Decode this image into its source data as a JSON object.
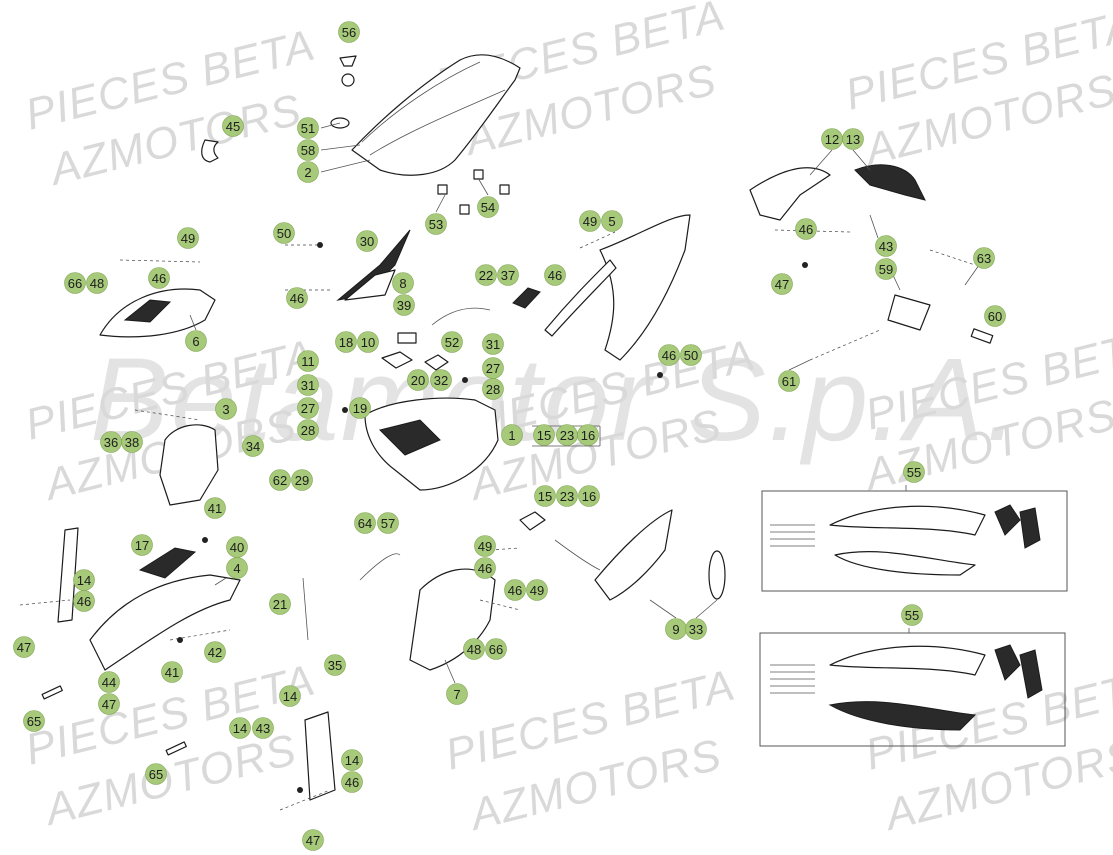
{
  "watermark": {
    "line1": "PIECES BETA",
    "line2": "AZMOTORS",
    "center": "Betamotor S.p.A."
  },
  "callouts": [
    {
      "id": "c-56",
      "label": "56"
    },
    {
      "id": "c-45",
      "label": "45"
    },
    {
      "id": "c-51",
      "label": "51"
    },
    {
      "id": "c-58",
      "label": "58"
    },
    {
      "id": "c-2",
      "label": "2"
    },
    {
      "id": "c-53",
      "label": "53"
    },
    {
      "id": "c-54",
      "label": "54"
    },
    {
      "id": "c-12",
      "label": "12"
    },
    {
      "id": "c-13",
      "label": "13"
    },
    {
      "id": "c-49a",
      "label": "49"
    },
    {
      "id": "c-5",
      "label": "5"
    },
    {
      "id": "c-50a",
      "label": "50"
    },
    {
      "id": "c-30",
      "label": "30"
    },
    {
      "id": "c-8",
      "label": "8"
    },
    {
      "id": "c-46a",
      "label": "46"
    },
    {
      "id": "c-49b",
      "label": "49"
    },
    {
      "id": "c-66a",
      "label": "66"
    },
    {
      "id": "c-48a",
      "label": "48"
    },
    {
      "id": "c-46b",
      "label": "46"
    },
    {
      "id": "c-6",
      "label": "6"
    },
    {
      "id": "c-22",
      "label": "22"
    },
    {
      "id": "c-37",
      "label": "37"
    },
    {
      "id": "c-46c",
      "label": "46"
    },
    {
      "id": "c-46d",
      "label": "46"
    },
    {
      "id": "c-43",
      "label": "43"
    },
    {
      "id": "c-47a",
      "label": "47"
    },
    {
      "id": "c-59",
      "label": "59"
    },
    {
      "id": "c-63",
      "label": "63"
    },
    {
      "id": "c-60",
      "label": "60"
    },
    {
      "id": "c-39",
      "label": "39"
    },
    {
      "id": "c-18",
      "label": "18"
    },
    {
      "id": "c-10",
      "label": "10"
    },
    {
      "id": "c-52",
      "label": "52"
    },
    {
      "id": "c-31a",
      "label": "31"
    },
    {
      "id": "c-11",
      "label": "11"
    },
    {
      "id": "c-27a",
      "label": "27"
    },
    {
      "id": "c-20",
      "label": "20"
    },
    {
      "id": "c-32",
      "label": "32"
    },
    {
      "id": "c-28a",
      "label": "28"
    },
    {
      "id": "c-46e",
      "label": "46"
    },
    {
      "id": "c-50b",
      "label": "50"
    },
    {
      "id": "c-61",
      "label": "61"
    },
    {
      "id": "c-31b",
      "label": "31"
    },
    {
      "id": "c-27b",
      "label": "27"
    },
    {
      "id": "c-19",
      "label": "19"
    },
    {
      "id": "c-28b",
      "label": "28"
    },
    {
      "id": "c-3",
      "label": "3"
    },
    {
      "id": "c-36",
      "label": "36"
    },
    {
      "id": "c-38",
      "label": "38"
    },
    {
      "id": "c-34",
      "label": "34"
    },
    {
      "id": "c-1",
      "label": "1"
    },
    {
      "id": "c-15a",
      "label": "15"
    },
    {
      "id": "c-23a",
      "label": "23"
    },
    {
      "id": "c-16a",
      "label": "16"
    },
    {
      "id": "c-62",
      "label": "62"
    },
    {
      "id": "c-29",
      "label": "29"
    },
    {
      "id": "c-55a",
      "label": "55"
    },
    {
      "id": "c-41a",
      "label": "41"
    },
    {
      "id": "c-15b",
      "label": "15"
    },
    {
      "id": "c-23b",
      "label": "23"
    },
    {
      "id": "c-16b",
      "label": "16"
    },
    {
      "id": "c-64",
      "label": "64"
    },
    {
      "id": "c-57",
      "label": "57"
    },
    {
      "id": "c-49c",
      "label": "49"
    },
    {
      "id": "c-17",
      "label": "17"
    },
    {
      "id": "c-40",
      "label": "40"
    },
    {
      "id": "c-4",
      "label": "4"
    },
    {
      "id": "c-46f",
      "label": "46"
    },
    {
      "id": "c-14a",
      "label": "14"
    },
    {
      "id": "c-46g",
      "label": "46"
    },
    {
      "id": "c-46h",
      "label": "46"
    },
    {
      "id": "c-49d",
      "label": "49"
    },
    {
      "id": "c-21",
      "label": "21"
    },
    {
      "id": "c-47b",
      "label": "47"
    },
    {
      "id": "c-42",
      "label": "42"
    },
    {
      "id": "c-9",
      "label": "9"
    },
    {
      "id": "c-33",
      "label": "33"
    },
    {
      "id": "c-55b",
      "label": "55"
    },
    {
      "id": "c-48b",
      "label": "48"
    },
    {
      "id": "c-66b",
      "label": "66"
    },
    {
      "id": "c-41b",
      "label": "41"
    },
    {
      "id": "c-35",
      "label": "35"
    },
    {
      "id": "c-44",
      "label": "44"
    },
    {
      "id": "c-47c",
      "label": "47"
    },
    {
      "id": "c-7",
      "label": "7"
    },
    {
      "id": "c-65a",
      "label": "65"
    },
    {
      "id": "c-14b",
      "label": "14"
    },
    {
      "id": "c-14c",
      "label": "14"
    },
    {
      "id": "c-43b",
      "label": "43"
    },
    {
      "id": "c-14d",
      "label": "14"
    },
    {
      "id": "c-65b",
      "label": "65"
    },
    {
      "id": "c-46i",
      "label": "46"
    },
    {
      "id": "c-47d",
      "label": "47"
    }
  ]
}
